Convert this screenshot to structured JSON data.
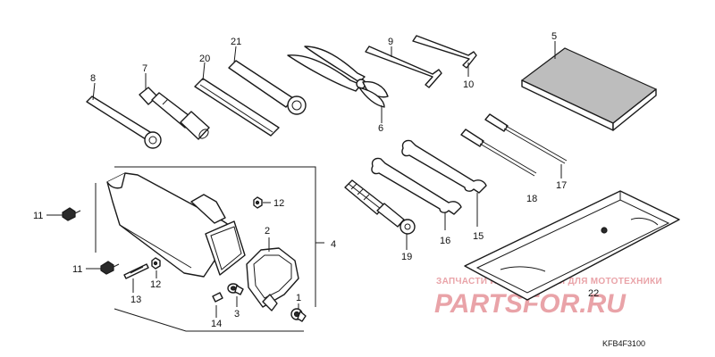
{
  "callouts": {
    "c1": "1",
    "c2": "2",
    "c3": "3",
    "c4": "4",
    "c5": "5",
    "c6": "6",
    "c7": "7",
    "c8": "8",
    "c9": "9",
    "c10": "10",
    "c11a": "11",
    "c11b": "11",
    "c12a": "12",
    "c12b": "12",
    "c13": "13",
    "c14": "14",
    "c15": "15",
    "c16": "16",
    "c17": "17",
    "c18": "18",
    "c19": "19",
    "c20": "20",
    "c21": "21",
    "c22": "22"
  },
  "diagram_code": "KFB4F3100",
  "watermark": {
    "tagline": "ЗАПЧАСТИ И АКСЕССУАРЫ ДЛЯ МОТОТЕХНИКИ",
    "logo": "PARTSFOR.RU",
    "color": "#e9a3a8"
  }
}
